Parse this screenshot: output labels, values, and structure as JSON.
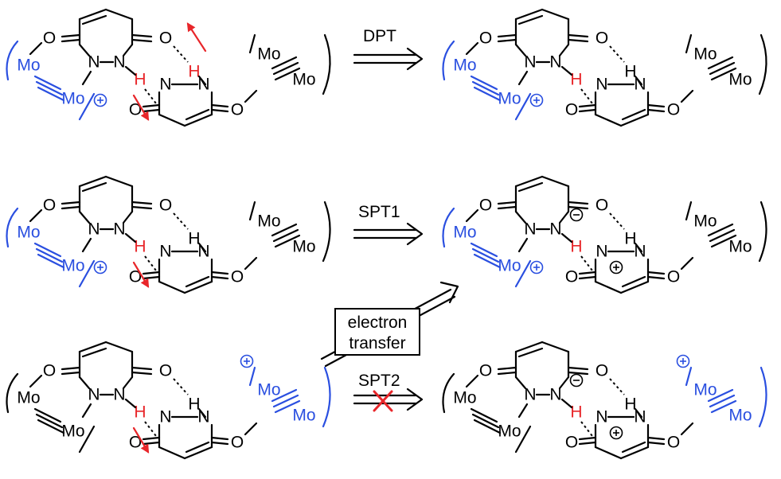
{
  "labels": {
    "dpt": "DPT",
    "spt1": "SPT1",
    "spt2": "SPT2",
    "et_line1": "electron",
    "et_line2": "transfer"
  },
  "atoms": {
    "O": "O",
    "N": "N",
    "H": "H",
    "Mo": "Mo",
    "charge_pos": "+",
    "charge_neg": "−"
  },
  "colors": {
    "metal": "#2a4fe0",
    "proton": "#e8262a",
    "bond": "#000000",
    "background": "#ffffff"
  },
  "icon_names": [
    "arrow-right-double",
    "arrow-right-double-blocked",
    "arrow-up-right-open",
    "red-x",
    "proton-transfer-arrow"
  ]
}
